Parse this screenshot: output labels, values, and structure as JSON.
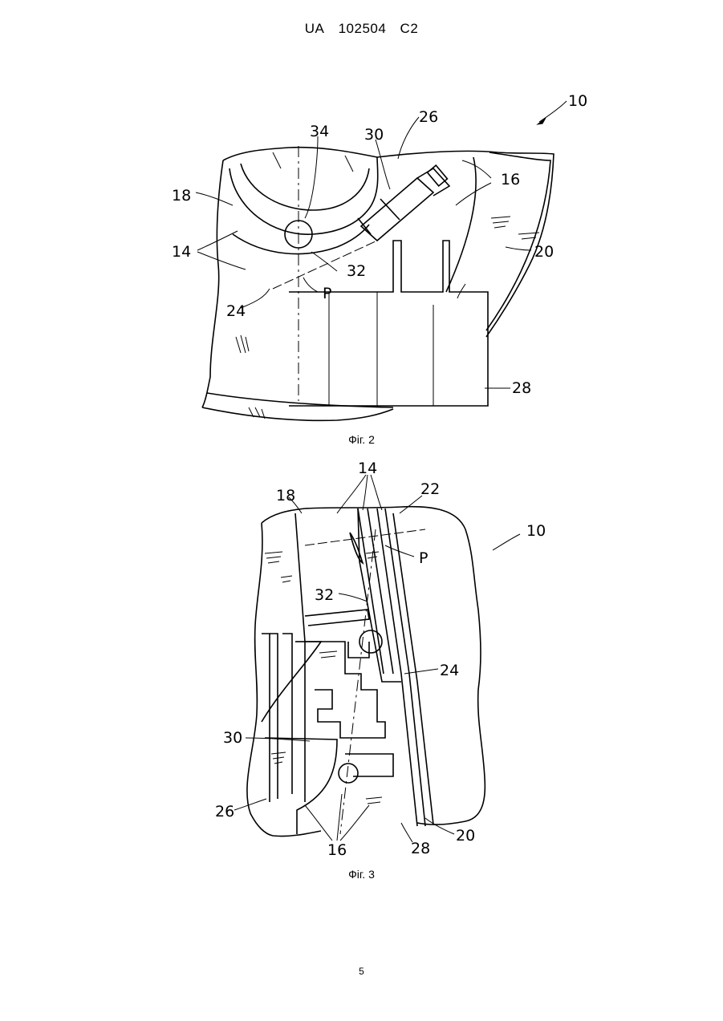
{
  "header": {
    "country": "UA",
    "number": "102504",
    "kind": "C2"
  },
  "figure2": {
    "caption": "Фіг. 2",
    "labels": {
      "ref10": "10",
      "ref26": "26",
      "ref34": "34",
      "ref30": "30",
      "ref16": "16",
      "ref18": "18",
      "ref14": "14",
      "ref20": "20",
      "ref32": "32",
      "ref24": "24",
      "refP": "P",
      "ref28": "28"
    }
  },
  "figure3": {
    "caption": "Фіг. 3",
    "labels": {
      "ref14": "14",
      "ref18": "18",
      "ref22": "22",
      "ref10": "10",
      "refP": "P",
      "ref32": "32",
      "ref24": "24",
      "ref30": "30",
      "ref26": "26",
      "ref16": "16",
      "ref28": "28",
      "ref20": "20"
    }
  },
  "page_number": "5"
}
